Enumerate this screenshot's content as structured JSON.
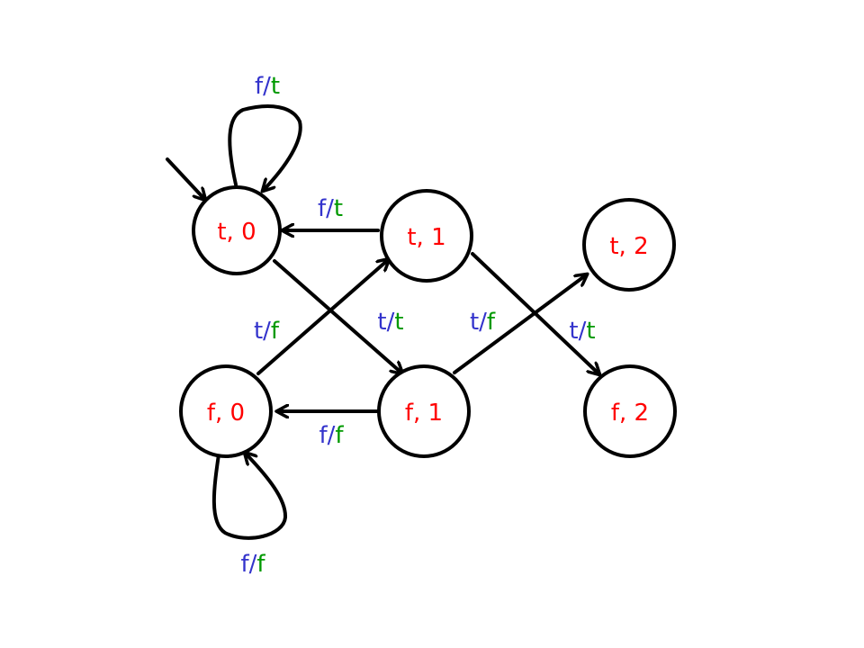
{
  "colors": {
    "node_text": "#ff0000",
    "input_symbol": "#3333cc",
    "output_symbol": "#009900",
    "separator": "#3333cc",
    "stroke": "#000000"
  },
  "nodes": {
    "t0": {
      "label": "t, 0"
    },
    "t1": {
      "label": "t, 1"
    },
    "t2": {
      "label": "t, 2"
    },
    "f0": {
      "label": "f, 0"
    },
    "f1": {
      "label": "f, 1"
    },
    "f2": {
      "label": "f, 2"
    }
  },
  "edges": {
    "t0_loop": {
      "input": "f",
      "separator": "/",
      "output": "t"
    },
    "t1_to_t0": {
      "input": "f",
      "separator": "/",
      "output": "t"
    },
    "f0_to_t1": {
      "input": "t",
      "separator": "/",
      "output": "f"
    },
    "t0_to_f1": {
      "input": "t",
      "separator": "/",
      "output": "t"
    },
    "f1_to_t2": {
      "input": "t",
      "separator": "/",
      "output": "f"
    },
    "t1_to_f2": {
      "input": "t",
      "separator": "/",
      "output": "t"
    },
    "f1_to_f0": {
      "input": "f",
      "separator": "/",
      "output": "f"
    },
    "f0_loop": {
      "input": "f",
      "separator": "/",
      "output": "f"
    }
  }
}
